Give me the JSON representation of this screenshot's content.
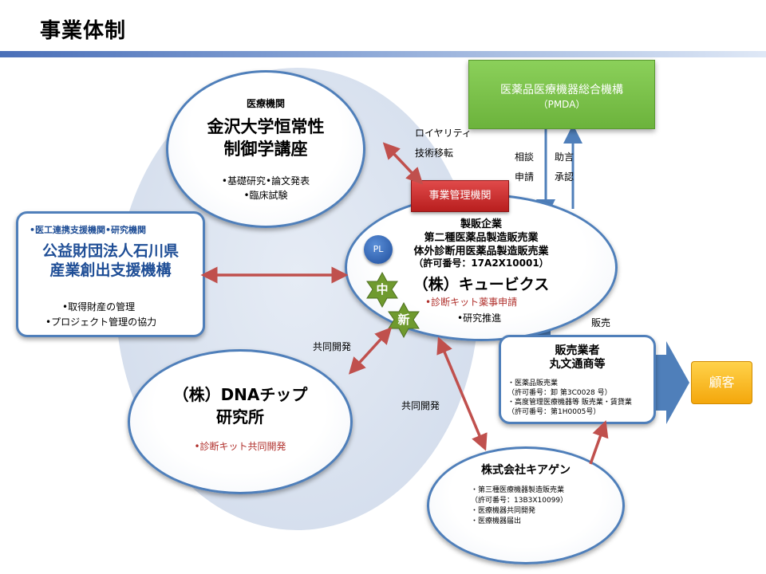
{
  "page": {
    "title": "事業体制"
  },
  "medical": {
    "header": "医療機関",
    "name_line1": "金沢大学恒常性",
    "name_line2": "制御学講座",
    "item1": "•基礎研究•論文発表",
    "item2": "•臨床試験"
  },
  "pmda": {
    "line1": "医薬品医療機器総合機構",
    "line2": "（PMDA）"
  },
  "ishikawa": {
    "header": "•医工連携支援機関•研究機関",
    "name_line1": "公益財団法人石川県",
    "name_line2": "産業創出支援機構",
    "item1": "•取得財産の管理",
    "item2": "•プロジェクト管理の協力"
  },
  "cubics": {
    "tag": "事業管理機関",
    "pl": "PL",
    "line1": "製販企業",
    "line2": "第二種医薬品製造販売業",
    "line3": "体外診断用医薬品製造販売業",
    "line4": "（許可番号：17A2X10001）",
    "name": "（株）キュービクス",
    "item1": "•診断キット薬事申請",
    "item2": "•研究推進",
    "badge_chu": "中",
    "badge_shin": "新"
  },
  "dna": {
    "name_line1": "（株）DNAチップ",
    "name_line2": "研究所",
    "item1": "•診断キット共同開発"
  },
  "sales": {
    "line1": "販売業者",
    "line2": "丸文通商等",
    "item1": "・医薬品販売業",
    "item2": "（許可番号：卸 第3C0028 号）",
    "item3": "・高度管理医療機器等 販売業・賃貸業",
    "item4": "（許可番号：第1H0005号）"
  },
  "qiagen": {
    "name": "株式会社キアゲン",
    "item1": "・第三種医療機器製造販売業",
    "item2": "（許可番号：13B3X10099）",
    "item3": "・医療機器共同開発",
    "item4": "・医療機器届出"
  },
  "customer": {
    "label": "顧客"
  },
  "labels": {
    "royalty": "ロイヤリティ",
    "tech_transfer": "技術移転",
    "consult": "相談",
    "advice": "助言",
    "apply": "申請",
    "approve": "承認",
    "sales": "販売",
    "joint_dev1": "共同開発",
    "joint_dev2": "共同開発"
  },
  "colors": {
    "accent_blue": "#4f7fba",
    "arrow_red": "#c0504d",
    "pmda_green": "#6cb33c",
    "customer_orange": "#f4a70c"
  }
}
